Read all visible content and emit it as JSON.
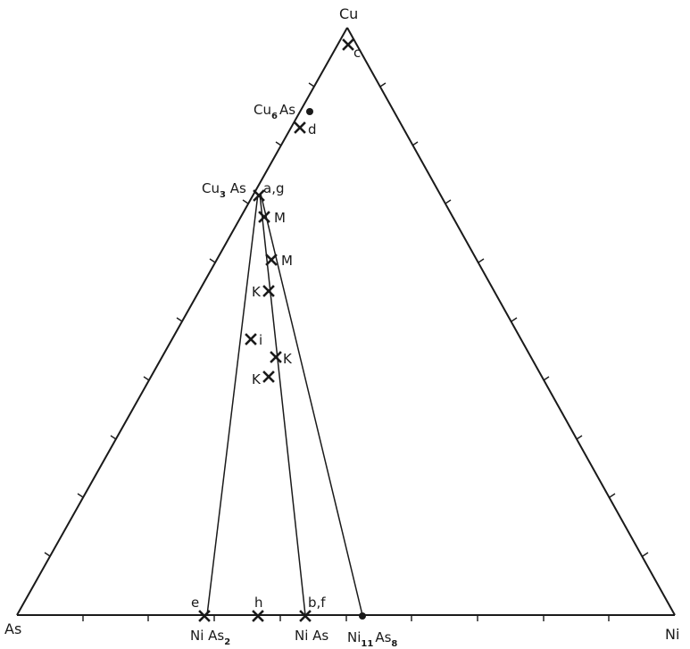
{
  "diagram": {
    "vertices": {
      "top": "Cu",
      "left": "As",
      "right": "Ni"
    },
    "compounds": [
      {
        "id": "cu6as",
        "base": "Cu",
        "sub1": "6",
        "rest": "As",
        "sub2": ""
      },
      {
        "id": "cu3as",
        "base": "Cu",
        "sub1": "3",
        "rest": " As",
        "sub2": ""
      },
      {
        "id": "nias2",
        "base": "Ni As",
        "sub1": "",
        "rest": "",
        "sub2": "2"
      },
      {
        "id": "nias",
        "base": "Ni As",
        "sub1": "",
        "rest": "",
        "sub2": ""
      },
      {
        "id": "ni11as8",
        "base": "Ni",
        "sub1": "11",
        "rest": "As",
        "sub2": "8"
      }
    ],
    "points": [
      {
        "id": "c",
        "label": "c"
      },
      {
        "id": "d",
        "label": "d"
      },
      {
        "id": "ag",
        "label": "a,g"
      },
      {
        "id": "m1",
        "label": "M"
      },
      {
        "id": "m2",
        "label": "M"
      },
      {
        "id": "k1",
        "label": "K"
      },
      {
        "id": "i",
        "label": "i"
      },
      {
        "id": "k2",
        "label": "K"
      },
      {
        "id": "k3",
        "label": "K"
      },
      {
        "id": "e",
        "label": "e"
      },
      {
        "id": "h",
        "label": "h"
      },
      {
        "id": "bf",
        "label": "b,f"
      }
    ]
  }
}
